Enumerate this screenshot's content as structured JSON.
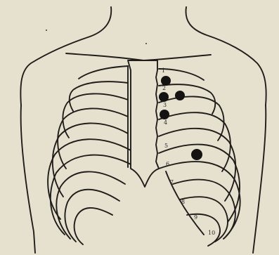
{
  "figure": {
    "background": "#e6e0cf",
    "ink": "#1f1d19",
    "rib_numbers": [
      "1",
      "2",
      "3",
      "4",
      "5",
      "6",
      "7",
      "8",
      "9",
      "10"
    ],
    "spots": [
      {
        "name": "spot-rib-1-space",
        "near": "1"
      },
      {
        "name": "spot-rib-2-space",
        "near": "2"
      },
      {
        "name": "spot-rib-2-lateral",
        "near": "2"
      },
      {
        "name": "spot-rib-3-space",
        "near": "3"
      },
      {
        "name": "spot-rib-5-lateral",
        "near": "5"
      }
    ]
  }
}
